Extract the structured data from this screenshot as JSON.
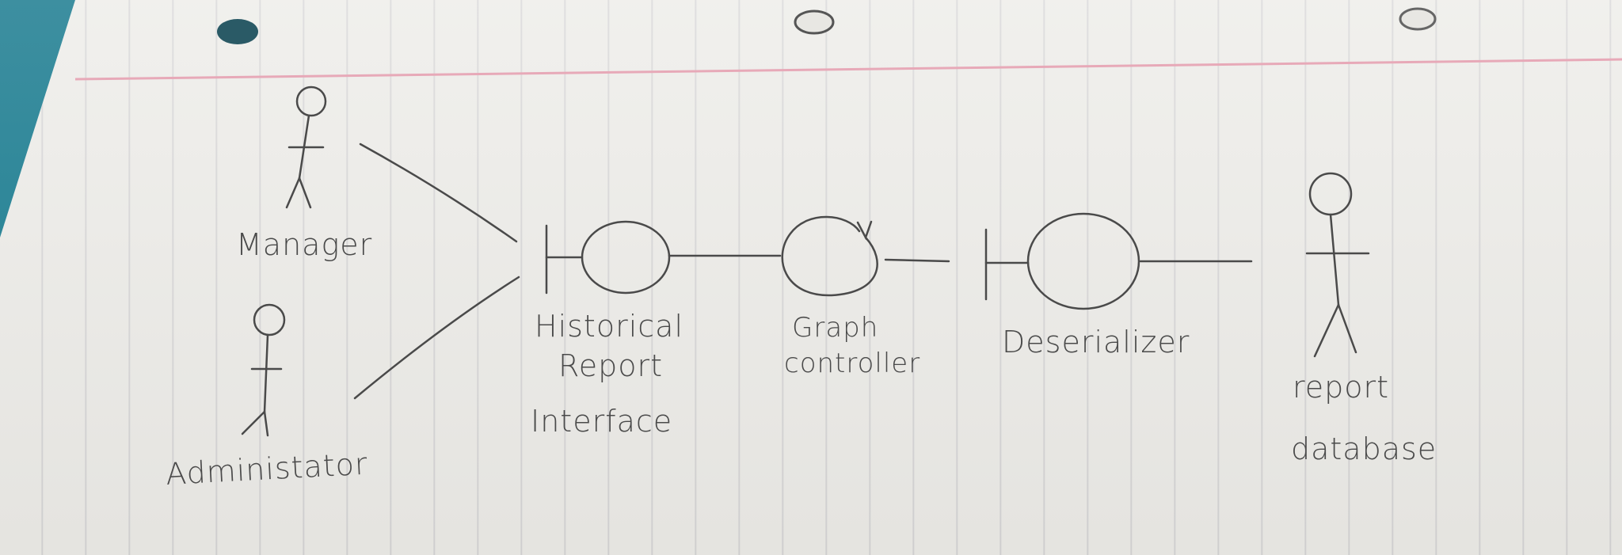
{
  "actors": {
    "manager": "Manager",
    "administrator": "Administator",
    "report_database": [
      "report",
      "database"
    ]
  },
  "boundaries": {
    "historical_report_interface": [
      "Historical",
      "Report",
      "Interface"
    ],
    "deserializer": "Deserializer"
  },
  "controls": {
    "graph_controller": [
      "Graph",
      "controller"
    ]
  },
  "colors": {
    "ink": "#4a4a4a",
    "paper": "#ecebe7",
    "margin_line": "#e7a9b8",
    "folder": "#2e8799"
  }
}
